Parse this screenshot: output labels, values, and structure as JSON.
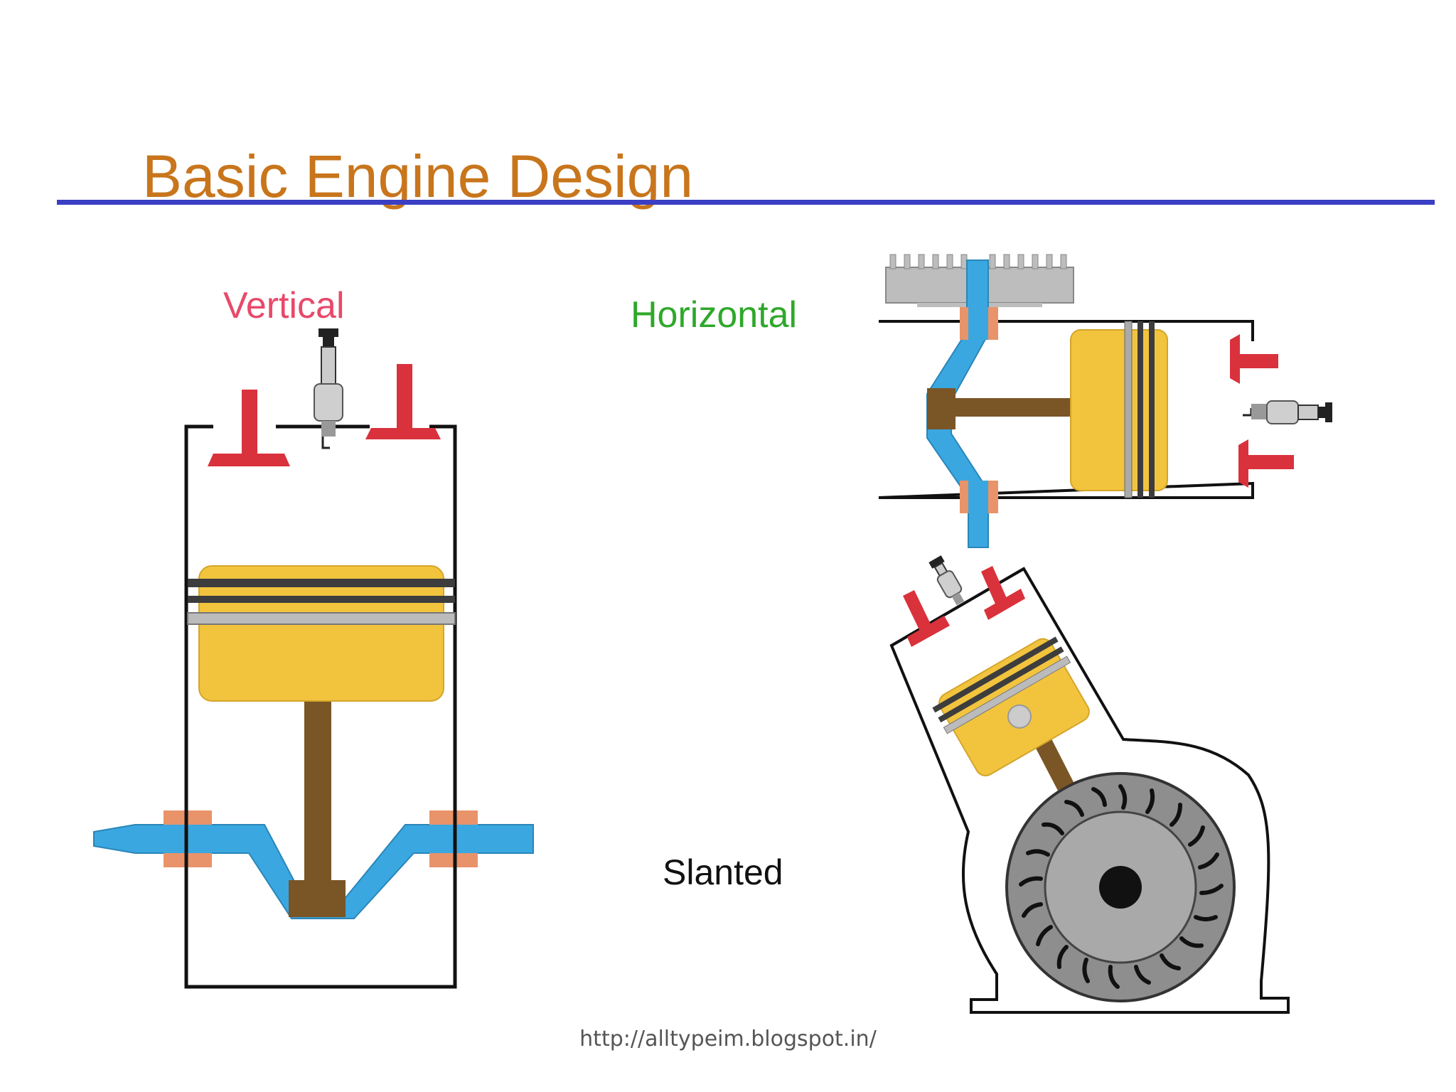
{
  "slide": {
    "title": "Basic Engine Design",
    "source_url": "http://alltypeim.blogspot.in/"
  },
  "labels": {
    "vertical": "Vertical",
    "horizontal": "Horizontal",
    "slanted": "Slanted"
  },
  "colors": {
    "title": "#c8751c",
    "rule": "#3a3fc4",
    "vertical_label": "#e8496a",
    "horizontal_label": "#2ea82a",
    "slanted_label": "#111111",
    "piston": "#f2c43e",
    "crankshaft": "#3aa7e0",
    "connecting_rod": "#7a5526",
    "bearing": "#e9936a",
    "valve": "#d9323c",
    "ring": "#555555",
    "cylinder": "#111111"
  },
  "icons": [
    "spark-plug-icon",
    "valve-icon",
    "flywheel-icon",
    "cooling-fins-icon"
  ]
}
